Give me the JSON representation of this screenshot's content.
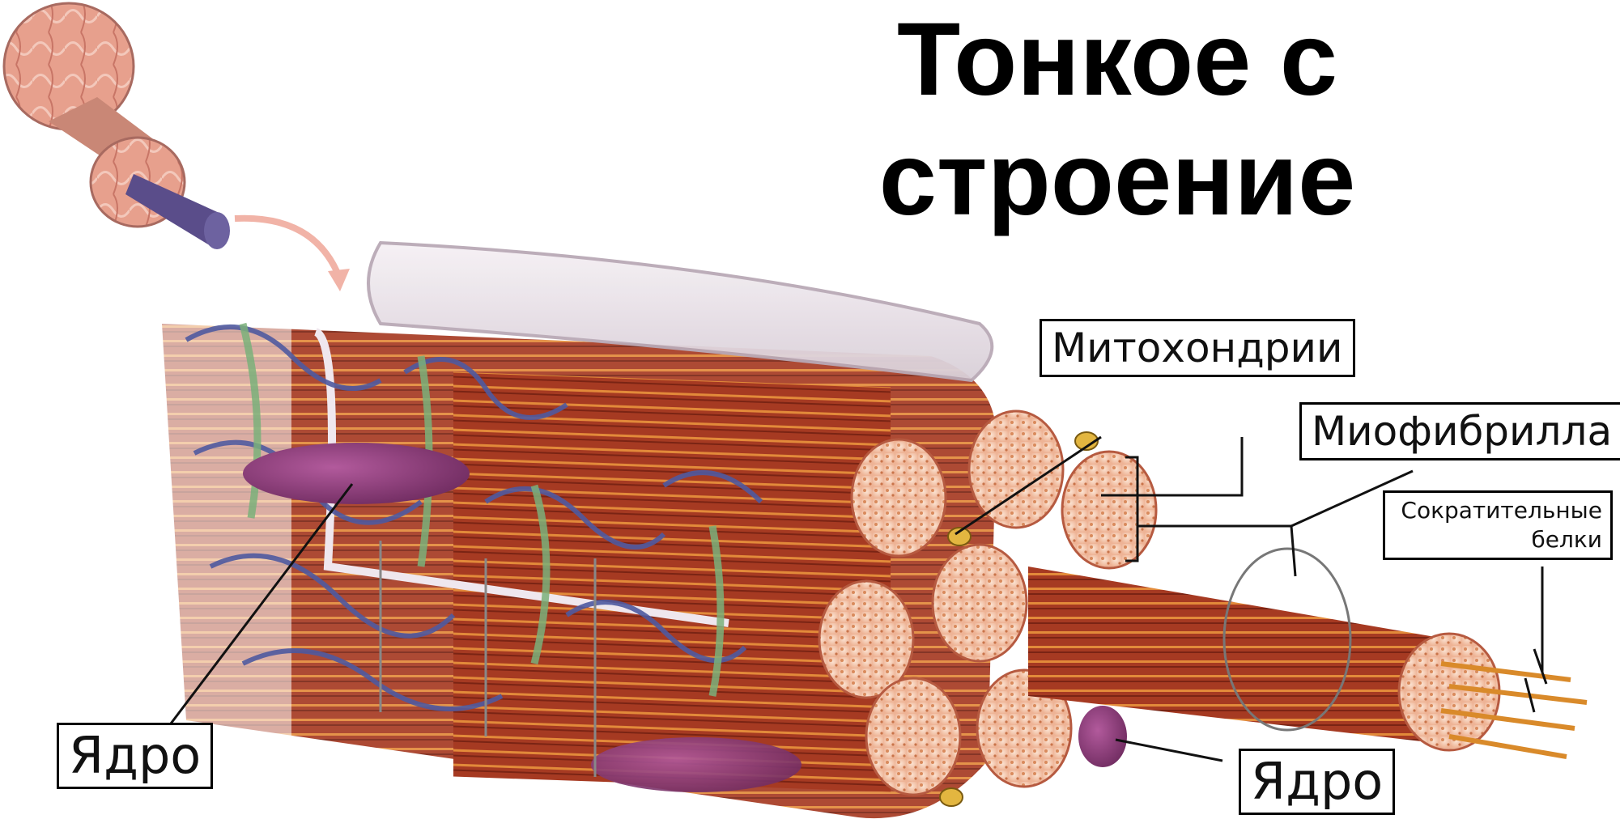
{
  "title": {
    "line1": "Тонкое с",
    "line2": "строение"
  },
  "labels": {
    "mitochondria": "Митохондрии",
    "myofibril": "Миофибрилла",
    "contractile_line1": "Сократительные",
    "contractile_line2": "белки",
    "nucleus_left": "Ядро",
    "nucleus_right": "Ядро"
  },
  "colors": {
    "muscle_red": "#a83a22",
    "fibril_pink": "#f4c3a8",
    "nerve_blue": "#4f5aa0",
    "capillary_green": "#7ab07a",
    "nucleus_purple": "#8a3b7a",
    "sheath": "#e9e3e8"
  }
}
